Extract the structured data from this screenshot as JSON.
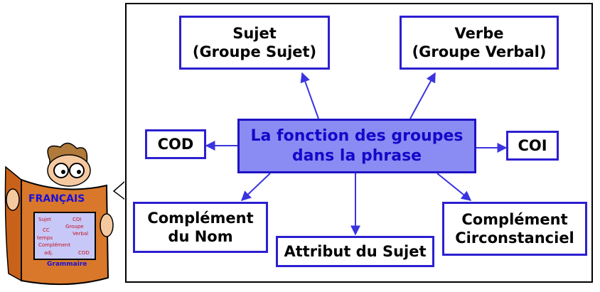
{
  "center": {
    "label": "La fonction des groupes\ndans la phrase"
  },
  "nodes": {
    "sujet": "Sujet\n(Groupe Sujet)",
    "verbe": "Verbe\n(Groupe Verbal)",
    "cod": "COD",
    "coi": "COI",
    "cdn": "Complément\ndu Nom",
    "attribut": "Attribut du Sujet",
    "cc": "Complément\nCirconstanciel"
  },
  "book": {
    "title": "FRANÇAIS",
    "footer": "Grammaire",
    "words": [
      "Sujet",
      "COI",
      "Groupe",
      "CC",
      "Verbal",
      "temps",
      "Complément",
      "adj.",
      "COD"
    ]
  },
  "colors": {
    "box_border": "#2c1fd0",
    "center_fill": "#8a8cf4",
    "center_text": "#1608c8",
    "arrow": "#3a34e0"
  }
}
